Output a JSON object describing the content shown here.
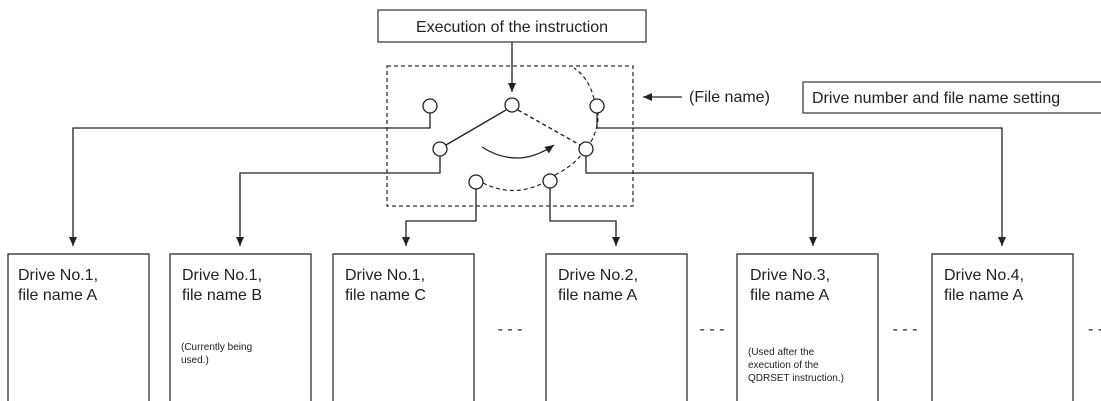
{
  "execution_label": "Execution of the instruction",
  "file_name_label": "(File name)",
  "setting_label": "Drive number and file name setting",
  "ellipsis": "- - -",
  "drives": [
    {
      "line1": "Drive No.1,",
      "line2": "file name A",
      "note": []
    },
    {
      "line1": "Drive No.1,",
      "line2": "file name B",
      "note": [
        "(Currently being",
        "used.)"
      ]
    },
    {
      "line1": "Drive No.1,",
      "line2": "file name C",
      "note": []
    },
    {
      "line1": "Drive No.2,",
      "line2": "file name A",
      "note": []
    },
    {
      "line1": "Drive No.3,",
      "line2": "file name A",
      "note": [
        "(Used after the",
        "execution of the",
        "QDRSET instruction.)"
      ]
    },
    {
      "line1": "Drive No.4,",
      "line2": "file name A",
      "note": []
    }
  ]
}
